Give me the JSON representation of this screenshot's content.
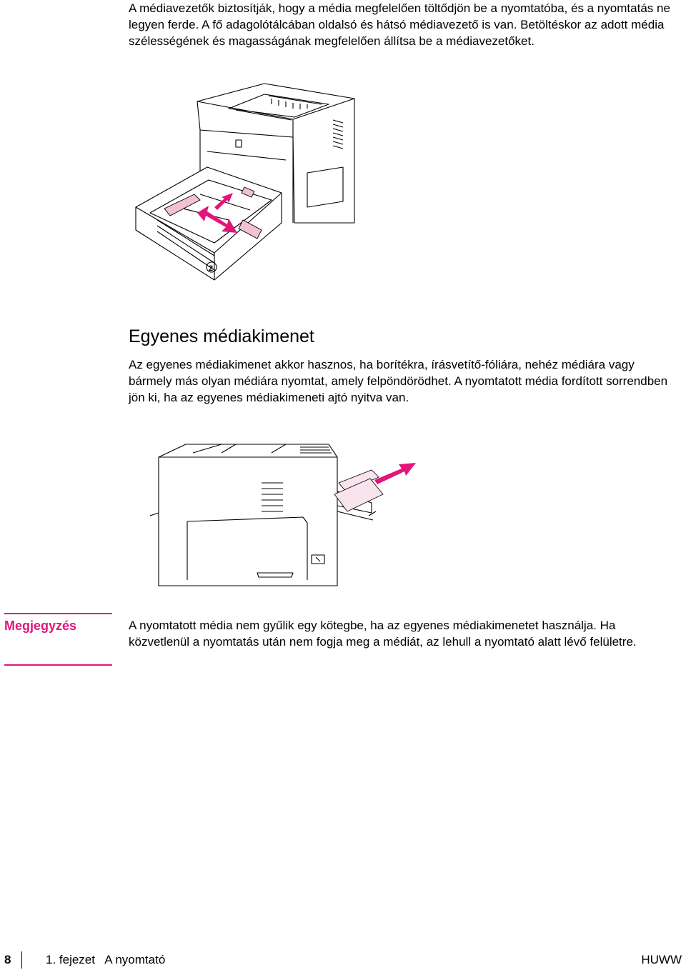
{
  "intro": {
    "text": "A médiavezetők biztosítják, hogy a média megfelelően töltődjön be a nyomtatóba, és a nyomtatás ne legyen ferde. A fő adagolótálcában oldalsó és hátsó médiavezető is van. Betöltéskor az adott média szélességének és magasságának megfelelően állítsa be a médiavezetőket."
  },
  "figure1": {
    "tray_number": "2"
  },
  "section": {
    "heading": "Egyenes médiakimenet",
    "body": "Az egyenes médiakimenet akkor hasznos, ha borítékra, írásvetítő-fóliára, nehéz médiára vagy bármely más olyan médiára nyomtat, amely felpöndörödhet. A nyomtatott média fordított sorrendben jön ki, ha az egyenes médiakimeneti ajtó nyitva van."
  },
  "note": {
    "label": "Megjegyzés",
    "text": "A nyomtatott média nem gyűlik egy kötegbe, ha az egyenes médiakimenetet használja. Ha közvetlenül a nyomtatás után nem fogja meg a médiát, az lehull a nyomtató alatt lévő felületre."
  },
  "footer": {
    "page_number": "8",
    "chapter": "1. fejezet   A nyomtató",
    "brand": "HUWW"
  },
  "colors": {
    "accent": "#e2157a",
    "guide_pink": "#f2c1d4"
  }
}
